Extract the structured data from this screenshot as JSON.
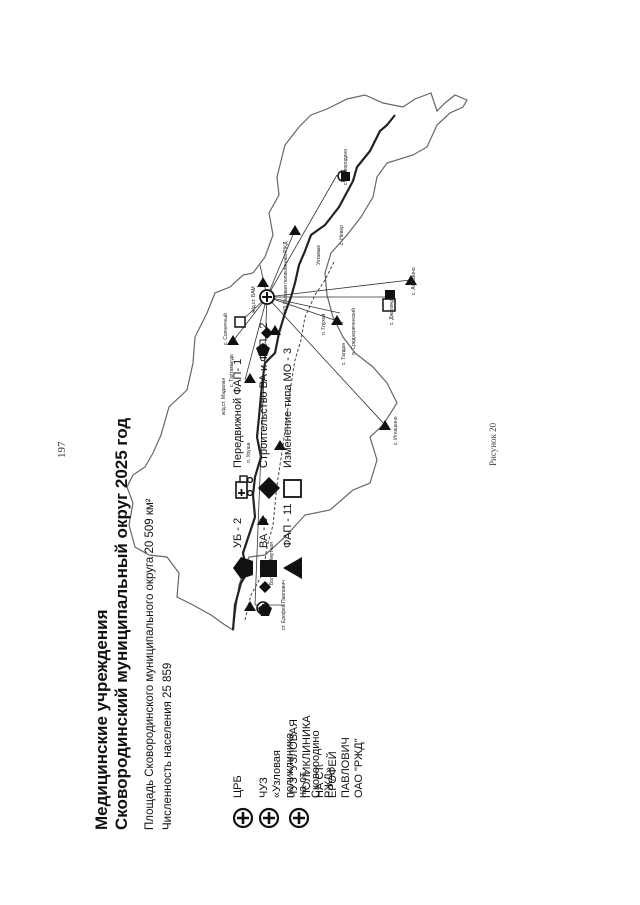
{
  "page_number": "197",
  "figure_caption": "Рисунок 20",
  "title": {
    "line1": "Медицинские учреждения",
    "line2": "Сковородинский муниципальный округ 2025 год"
  },
  "area_text": "Площадь Сковородинского муниципального округа 20 509  км²",
  "population_text": "Численность населения 25 859",
  "legend": [
    {
      "label": "ЦРБ",
      "symbol": "cross-circle-icon"
    },
    {
      "label": "ЧУЗ «Узловая поликлиника на ст. Сковородино РЖД»",
      "line1": "ЧУЗ «Узловая поликлиника на ст.",
      "line2": "Сковородино РЖД»",
      "symbol": "cross-circle-icon"
    },
    {
      "label": "ЧУЗ \"УЗЛОВАЯ ПОЛИКЛИНИКА НА СТ. ЕРОФЕЙ ПАВЛОВИЧ ОАО \"РЖД\"",
      "line1": "ЧУЗ \"УЗЛОВАЯ ПОЛИКЛИНИКА НА СТ.",
      "line2": "ЕРОФЕЙ ПАВЛОВИЧ ОАО \"РЖД\"",
      "symbol": "cross-circle-icon"
    },
    {
      "label": "УБ - 2",
      "symbol": "pentagon-icon"
    },
    {
      "label": "ВА - 3",
      "symbol": "filled-square-icon"
    },
    {
      "label": "ФАП - 11",
      "symbol": "triangle-icon"
    },
    {
      "label": "Передвижной ФАП- 1",
      "symbol": "mobile-fap-icon"
    },
    {
      "label": "Строительство ВА и ФАП  - 2",
      "symbol": "diamond-icon"
    },
    {
      "label": "Изменение типа МО - 3",
      "symbol": "empty-square-icon"
    }
  ],
  "map_labels": [
    "Большая Омутная",
    "с. Тахтамыгда",
    "с. Солнечный",
    "с. Талдан",
    "с. Джалинда",
    "п. Среднереченский",
    "с. Албазино",
    "ж/д.ст. Мадалан",
    "п. Уруша",
    "Уктамые",
    "с. Невер",
    "с. Игнашино",
    "ст. Ерофей Павлович",
    "ЧУЗ Узловая поликлиника РЖД",
    "ж/д.ст. БАМ",
    "п. Глухой",
    "с. Сковородино"
  ],
  "colors": {
    "ink": "#111111",
    "map_line": "#555555"
  }
}
